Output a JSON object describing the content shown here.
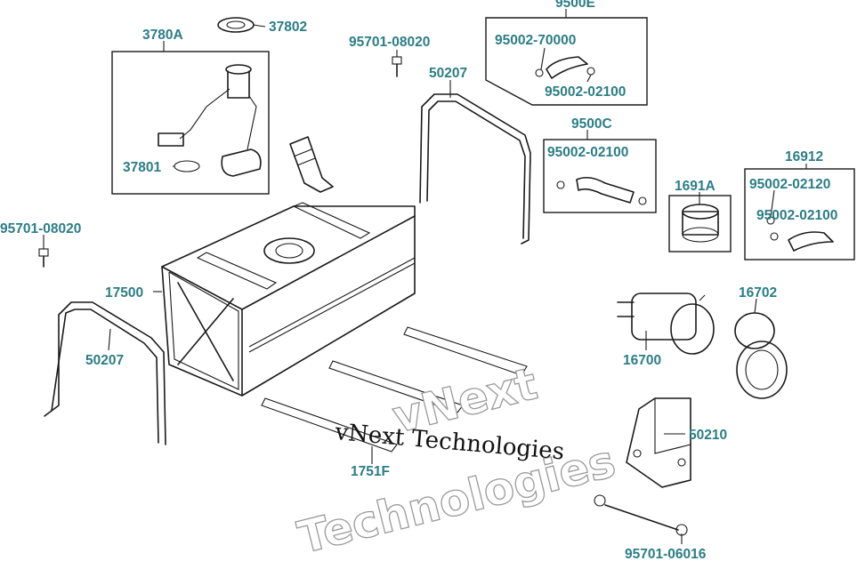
{
  "callouts": {
    "c_9500E": "9500E",
    "c_37802": "37802",
    "c_3780A": "3780A",
    "c_95701_08020_top": "95701-08020",
    "c_50207_top": "50207",
    "c_95002_70000": "95002-70000",
    "c_95002_02100_a": "95002-02100",
    "c_9500C": "9500C",
    "c_95002_02100_b": "95002-02100",
    "c_16912": "16912",
    "c_1691A": "1691A",
    "c_95002_02120": "95002-02120",
    "c_95002_02100_c": "95002-02100",
    "c_37801": "37801",
    "c_95701_08020_left": "95701-08020",
    "c_17500": "17500",
    "c_50207_left": "50207",
    "c_16702": "16702",
    "c_16700": "16700",
    "c_50210": "50210",
    "c_1751F": "1751F",
    "c_95701_06016": "95701-06016"
  },
  "watermark": {
    "script_text": "vNext Technologies",
    "outline_line1": "vNext",
    "outline_line2": "Technologies"
  }
}
